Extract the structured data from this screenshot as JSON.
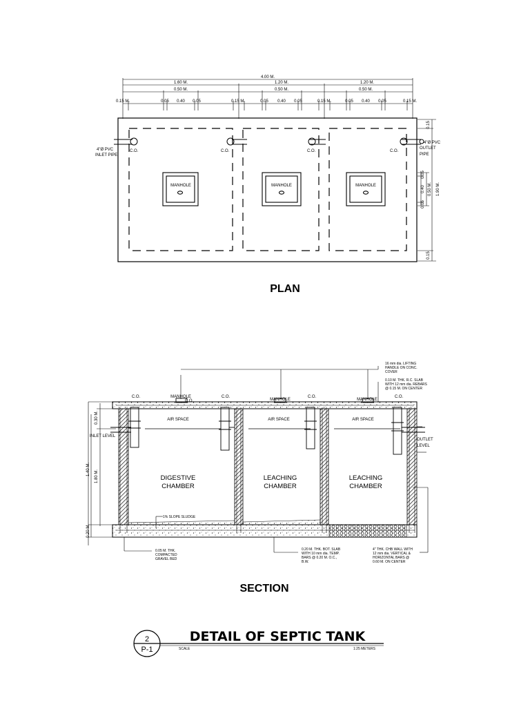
{
  "plan": {
    "title": "PLAN",
    "dims": {
      "overall": "4.00 M.",
      "chamber1": "1.60 M.",
      "chamber2": "1.20 M.",
      "chamber3": "1.20 M.",
      "manhole_w": "0.50 M.",
      "wall": "0.15 M.",
      "frame": "0.05",
      "opening": "0.40",
      "side_top": "0.15",
      "side_bottom": "0.15",
      "side_frame": "0.05",
      "side_opening": "0.40",
      "side_manhole": "0.50 M.",
      "side_total": "1.90 M."
    },
    "inlet_label_1": "4\"Ø PVC",
    "inlet_label_2": "INLET PIPE",
    "outlet_label_1": "4\"Ø PVC",
    "outlet_label_2": "OUTLET",
    "outlet_label_3": "PIPE",
    "co": "C.O.",
    "manhole": "MANHOLE"
  },
  "section": {
    "title": "SECTION",
    "co": "C.O.",
    "manhole": "MANHOLE",
    "air_space": "AIR SPACE",
    "inlet_level": "INLET LEVEL",
    "outlet_level_1": "OUTLET",
    "outlet_level_2": "LEVEL",
    "chambers": [
      {
        "line1": "DIGESTIVE",
        "line2": "CHAMBER"
      },
      {
        "line1": "LEACHING",
        "line2": "CHAMBER"
      },
      {
        "line1": "LEACHING",
        "line2": "CHAMBER"
      }
    ],
    "slope_note": "1% SLOPE SLUDGE",
    "dims": {
      "top": "0.30 M.",
      "mid": "1.80 M.",
      "lower": "1.40 M.",
      "bottom": "0.20 M."
    },
    "notes": {
      "lifting": [
        "16 mm dia. LIFTING",
        "HANDLE ON CONC.",
        "COVER"
      ],
      "slab": [
        "0.10 M. THK. R.C. SLAB",
        "WITH 12 mm dia. REBARS",
        "@ 0.15 M. ON CENTER"
      ],
      "gravel": [
        "0.05 M. THK.",
        "COMPACTED",
        "GRAVEL BED"
      ],
      "bottom_slab": [
        "0.20 M. THK. BOT. SLAB",
        "WITH 10 mm dia. TEMP.",
        "BARS @ 0.20 M. O.C.,",
        "B.W."
      ],
      "chb": [
        "4\" THK. CHB WALL WITH",
        "12 mm dia. VERTICAL &",
        "HORIZONTAL BARS @",
        "0.60 M. ON CENTER"
      ]
    }
  },
  "title_block": {
    "detail_no": "2",
    "sheet": "P-1",
    "title": "DETAIL OF SEPTIC TANK",
    "scale_label": "SCALE",
    "scale_value": "1:25 METERS"
  }
}
